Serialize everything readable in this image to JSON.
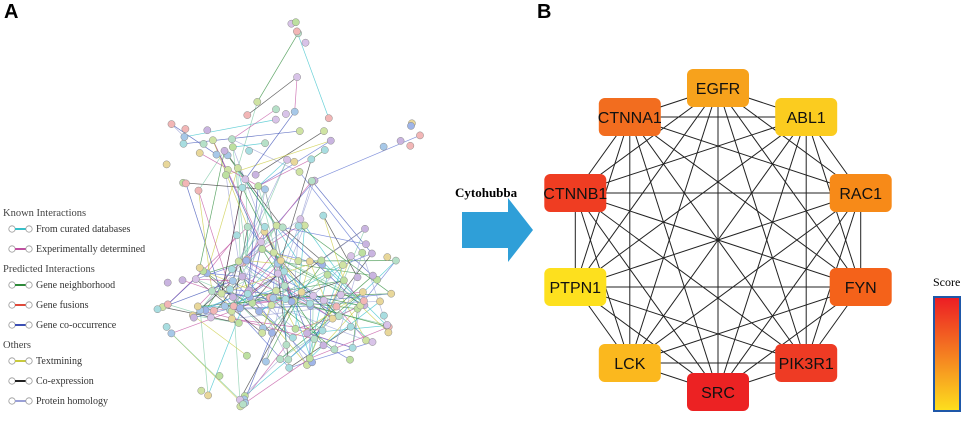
{
  "panels": {
    "a_letter": "A",
    "b_letter": "B"
  },
  "arrow": {
    "label": "Cytohubba",
    "color": "#2f9fd8"
  },
  "legend": {
    "groups": [
      {
        "heading": "Known Interactions",
        "items": [
          {
            "label": "From curated databases",
            "color": "#36c0c9"
          },
          {
            "label": "Experimentally determined",
            "color": "#c04fa0"
          }
        ]
      },
      {
        "heading": "Predicted Interactions",
        "items": [
          {
            "label": "Gene neighborhood",
            "color": "#2e8b3a"
          },
          {
            "label": "Gene fusions",
            "color": "#e04a3a"
          },
          {
            "label": "Gene co-occurrence",
            "color": "#3b4fb5"
          }
        ]
      },
      {
        "heading": "Others",
        "items": [
          {
            "label": "Textmining",
            "color": "#c8c93c"
          },
          {
            "label": "Co-expression",
            "color": "#222222"
          },
          {
            "label": "Protein homology",
            "color": "#9aa0d6"
          }
        ]
      }
    ]
  },
  "hub_network": {
    "nodes": [
      {
        "id": "EGFR",
        "label": "EGFR",
        "color": "#f7a21c"
      },
      {
        "id": "ABL1",
        "label": "ABL1",
        "color": "#fbcc1f"
      },
      {
        "id": "RAC1",
        "label": "RAC1",
        "color": "#f78a18"
      },
      {
        "id": "FYN",
        "label": "FYN",
        "color": "#f4621a"
      },
      {
        "id": "PIK3R1",
        "label": "PIK3R1",
        "color": "#ee3b24"
      },
      {
        "id": "SRC",
        "label": "SRC",
        "color": "#ec2223"
      },
      {
        "id": "LCK",
        "label": "LCK",
        "color": "#fbb81e"
      },
      {
        "id": "PTPN1",
        "label": "PTPN1",
        "color": "#fde01e"
      },
      {
        "id": "CTNNB1",
        "label": "CTNNB1",
        "color": "#ef3d22"
      },
      {
        "id": "CTNNA1",
        "label": "CTNNA1",
        "color": "#f26d1f"
      }
    ]
  },
  "score_bar": {
    "label": "Score",
    "top_color": "#ec1c24",
    "bottom_color": "#fde01e",
    "border_color": "#1e57a8"
  }
}
